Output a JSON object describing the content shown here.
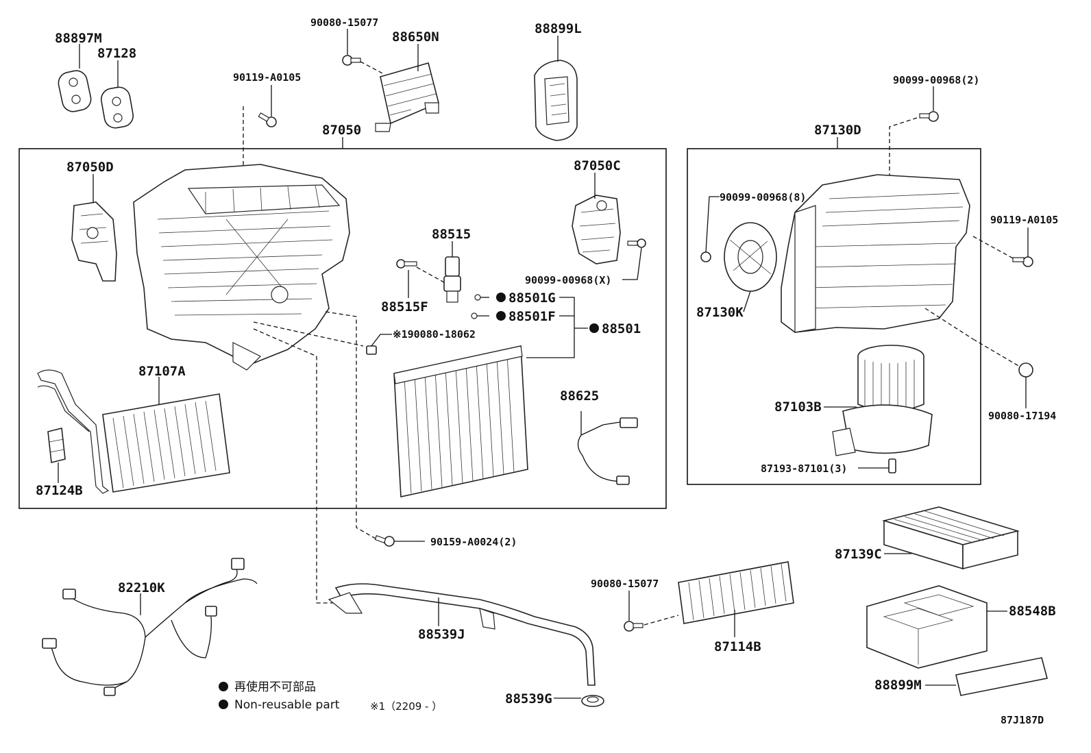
{
  "parts": {
    "p88897M": "88897M",
    "p87128": "87128",
    "p90080_15077_top": "90080-15077",
    "p88650N": "88650N",
    "p88899L": "88899L",
    "p90119_A0105_top": "90119-A0105",
    "p87050": "87050",
    "p90099_00968_2": "90099-00968(2)",
    "p87130D": "87130D",
    "p87050D": "87050D",
    "p87050C": "87050C",
    "p88515": "88515",
    "p90099_00968_X": "90099-00968(X)",
    "p88515F": "88515F",
    "p88501G": "88501G",
    "p88501F": "88501F",
    "p88501": "88501",
    "p190080_18062": "※190080-18062",
    "p87107A": "87107A",
    "p88625": "88625",
    "p87124B": "87124B",
    "p90099_00968_8": "90099-00968(8)",
    "p90119_A0105_right": "90119-A0105",
    "p87130K": "87130K",
    "p87103B": "87103B",
    "p90080_17194": "90080-17194",
    "p87193_87101_3": "87193-87101(3)",
    "p90159_A0024_2": "90159-A0024(2)",
    "p87139C": "87139C",
    "p82210K": "82210K",
    "p90080_15077_bottom": "90080-15077",
    "p88548B": "88548B",
    "p88539J": "88539J",
    "p87114B": "87114B",
    "p88539G": "88539G",
    "p88899M": "88899M"
  },
  "legend": {
    "non_reusable_jp": "再使用不可部品",
    "non_reusable_en": "Non-reusable part",
    "note_1": "※1（2209 -          ）"
  },
  "diagram_ref": "87J187D"
}
